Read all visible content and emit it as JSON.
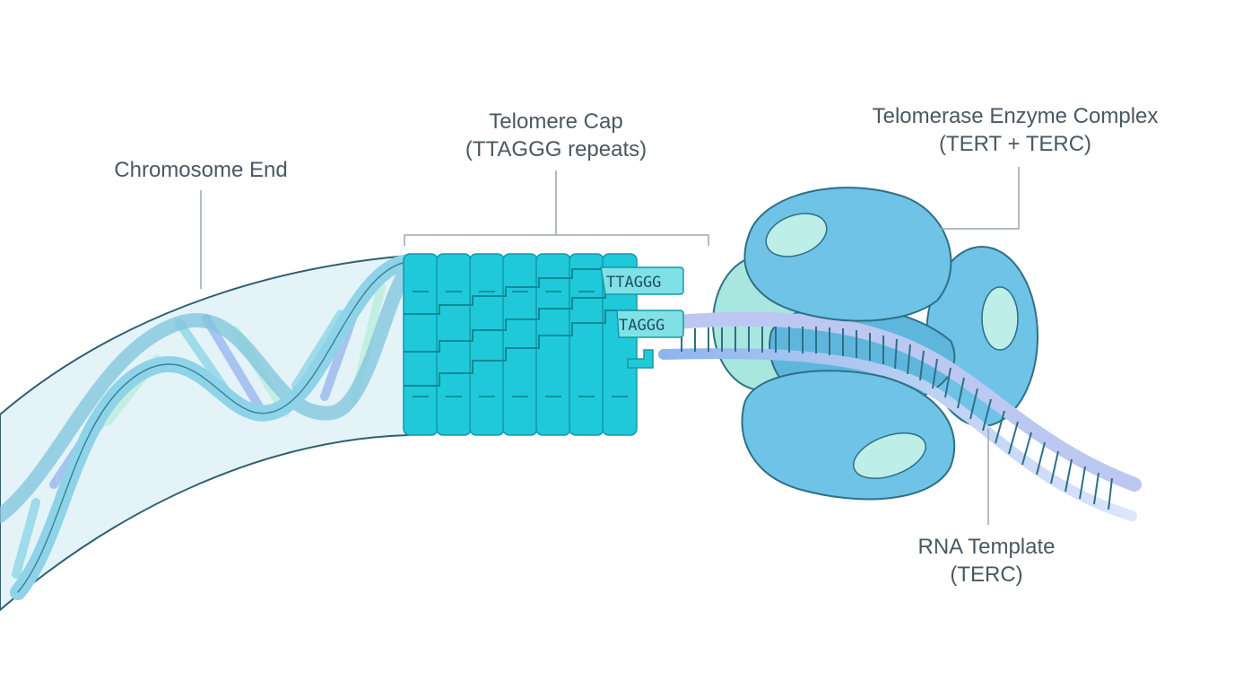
{
  "labels": {
    "chromosome_end": "Chromosome End",
    "cap_line1": "Telomere Cap",
    "cap_line2": "(TTAGGG repeats)",
    "enzyme_line1": "Telomerase Enzyme Complex",
    "enzyme_line2": "(TERT + TERC)",
    "rna_line1": "RNA Template",
    "rna_line2": "(TERC)"
  },
  "sequences": {
    "upper_tag": "TTAGGG",
    "lower_tag": "TAGGG"
  },
  "colors": {
    "tube": "#e3f3f8",
    "helix": "#8ed3e8",
    "cap_blocks": "#1fc9d9",
    "enzyme": "#6ec3e6",
    "rna": "#b7c6f2"
  }
}
